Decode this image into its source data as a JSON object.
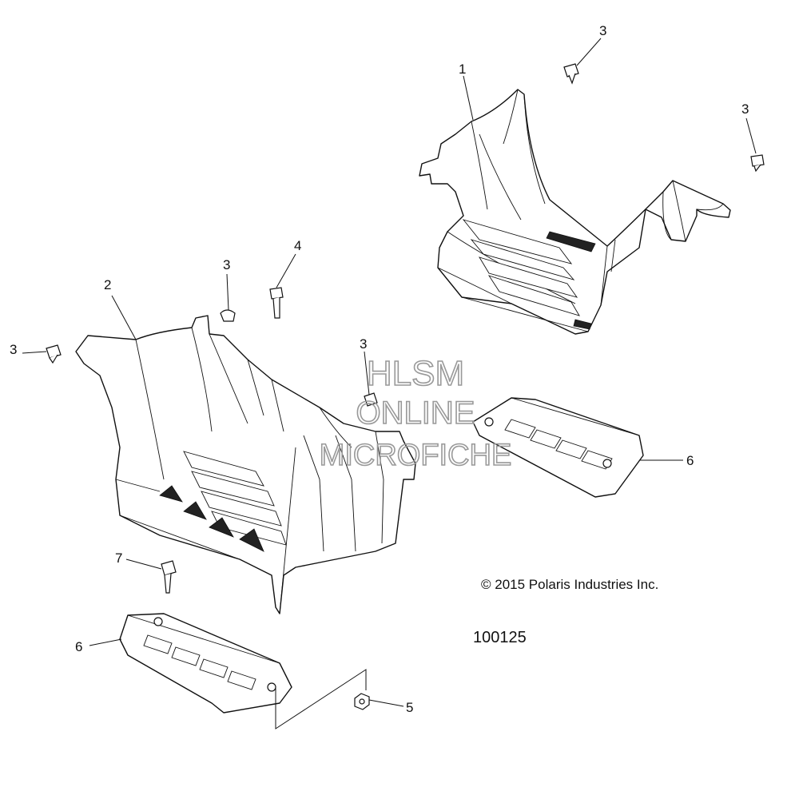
{
  "callouts": {
    "c1": "1",
    "c2": "2",
    "c3a": "3",
    "c3b": "3",
    "c3c": "3",
    "c3d": "3",
    "c3e": "3",
    "c4": "4",
    "c5": "5",
    "c6a": "6",
    "c6b": "6",
    "c7": "7"
  },
  "watermark": {
    "line1": "HLSM",
    "line2": "ONLINE",
    "line3": "MICROFICHE"
  },
  "copyright": "© 2015 Polaris Industries Inc.",
  "diagram_number": "100125"
}
